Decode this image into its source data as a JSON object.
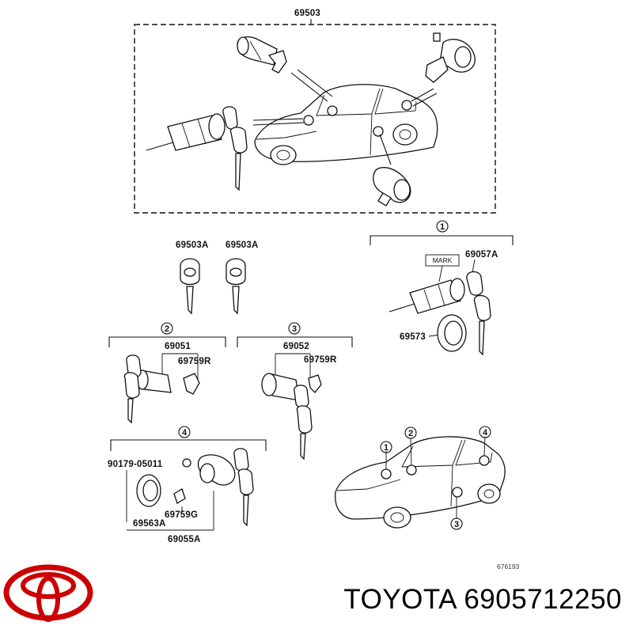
{
  "labels": {
    "top_assembly": "69503",
    "key_left": "69503A",
    "key_right": "69503A",
    "group1_part": "69057A",
    "group1_mark": "MARK",
    "group1_ring": "69573",
    "group2_part": "69051",
    "group2_clip": "69759R",
    "group3_part": "69052",
    "group3_clip": "69759R",
    "group4_bolt": "90179-05011",
    "group4_clip": "69759G",
    "group4_ring": "69563A",
    "group4_part": "69055A",
    "ref_code": "676193"
  },
  "callouts": {
    "c1": "1",
    "c2": "2",
    "c3": "3",
    "c4": "4",
    "car_c1": "1",
    "car_c2": "2",
    "car_c3": "3",
    "car_c4": "4"
  },
  "brand": {
    "name": "TOYOTA",
    "part_number": "6905712250",
    "logo_color": "#cc0000"
  }
}
